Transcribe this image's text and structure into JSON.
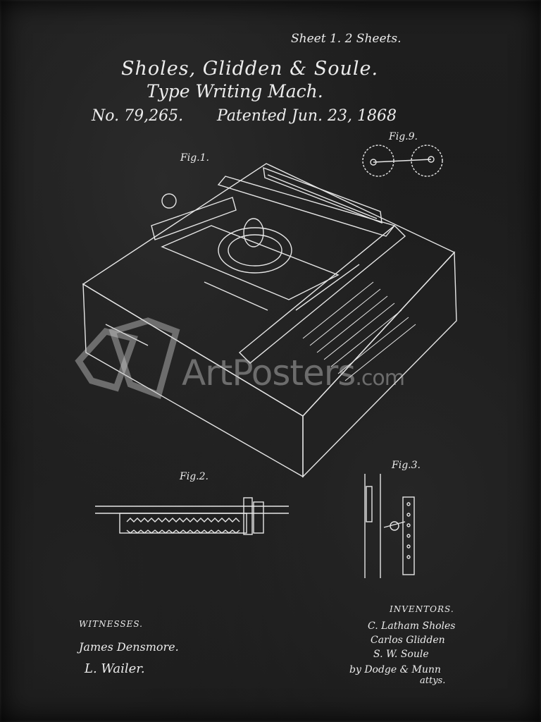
{
  "header": {
    "sheet": "Sheet 1. 2 Sheets.",
    "inventors_title": "Sholes, Glidden & Soule.",
    "invention": "Type Writing Mach.",
    "patent_number": "No. 79,265.",
    "patent_date": "Patented Jun. 23, 1868"
  },
  "figures": {
    "fig1": "Fig.1.",
    "fig2": "Fig.2.",
    "fig3": "Fig.3.",
    "fig9": "Fig.9."
  },
  "witnesses": {
    "label": "WITNESSES.",
    "names": [
      "James Densmore.",
      "L. Wailer."
    ]
  },
  "inventors": {
    "label": "INVENTORS.",
    "names": [
      "C. Latham Sholes",
      "Carlos Glidden",
      "S. W. Soule"
    ],
    "attorneys": "by Dodge & Munn",
    "attys": "attys."
  },
  "watermark": {
    "brand": "ArtPosters",
    "suffix": ".com"
  },
  "colors": {
    "background": "#1b1b1b",
    "ink": "#ececec"
  }
}
